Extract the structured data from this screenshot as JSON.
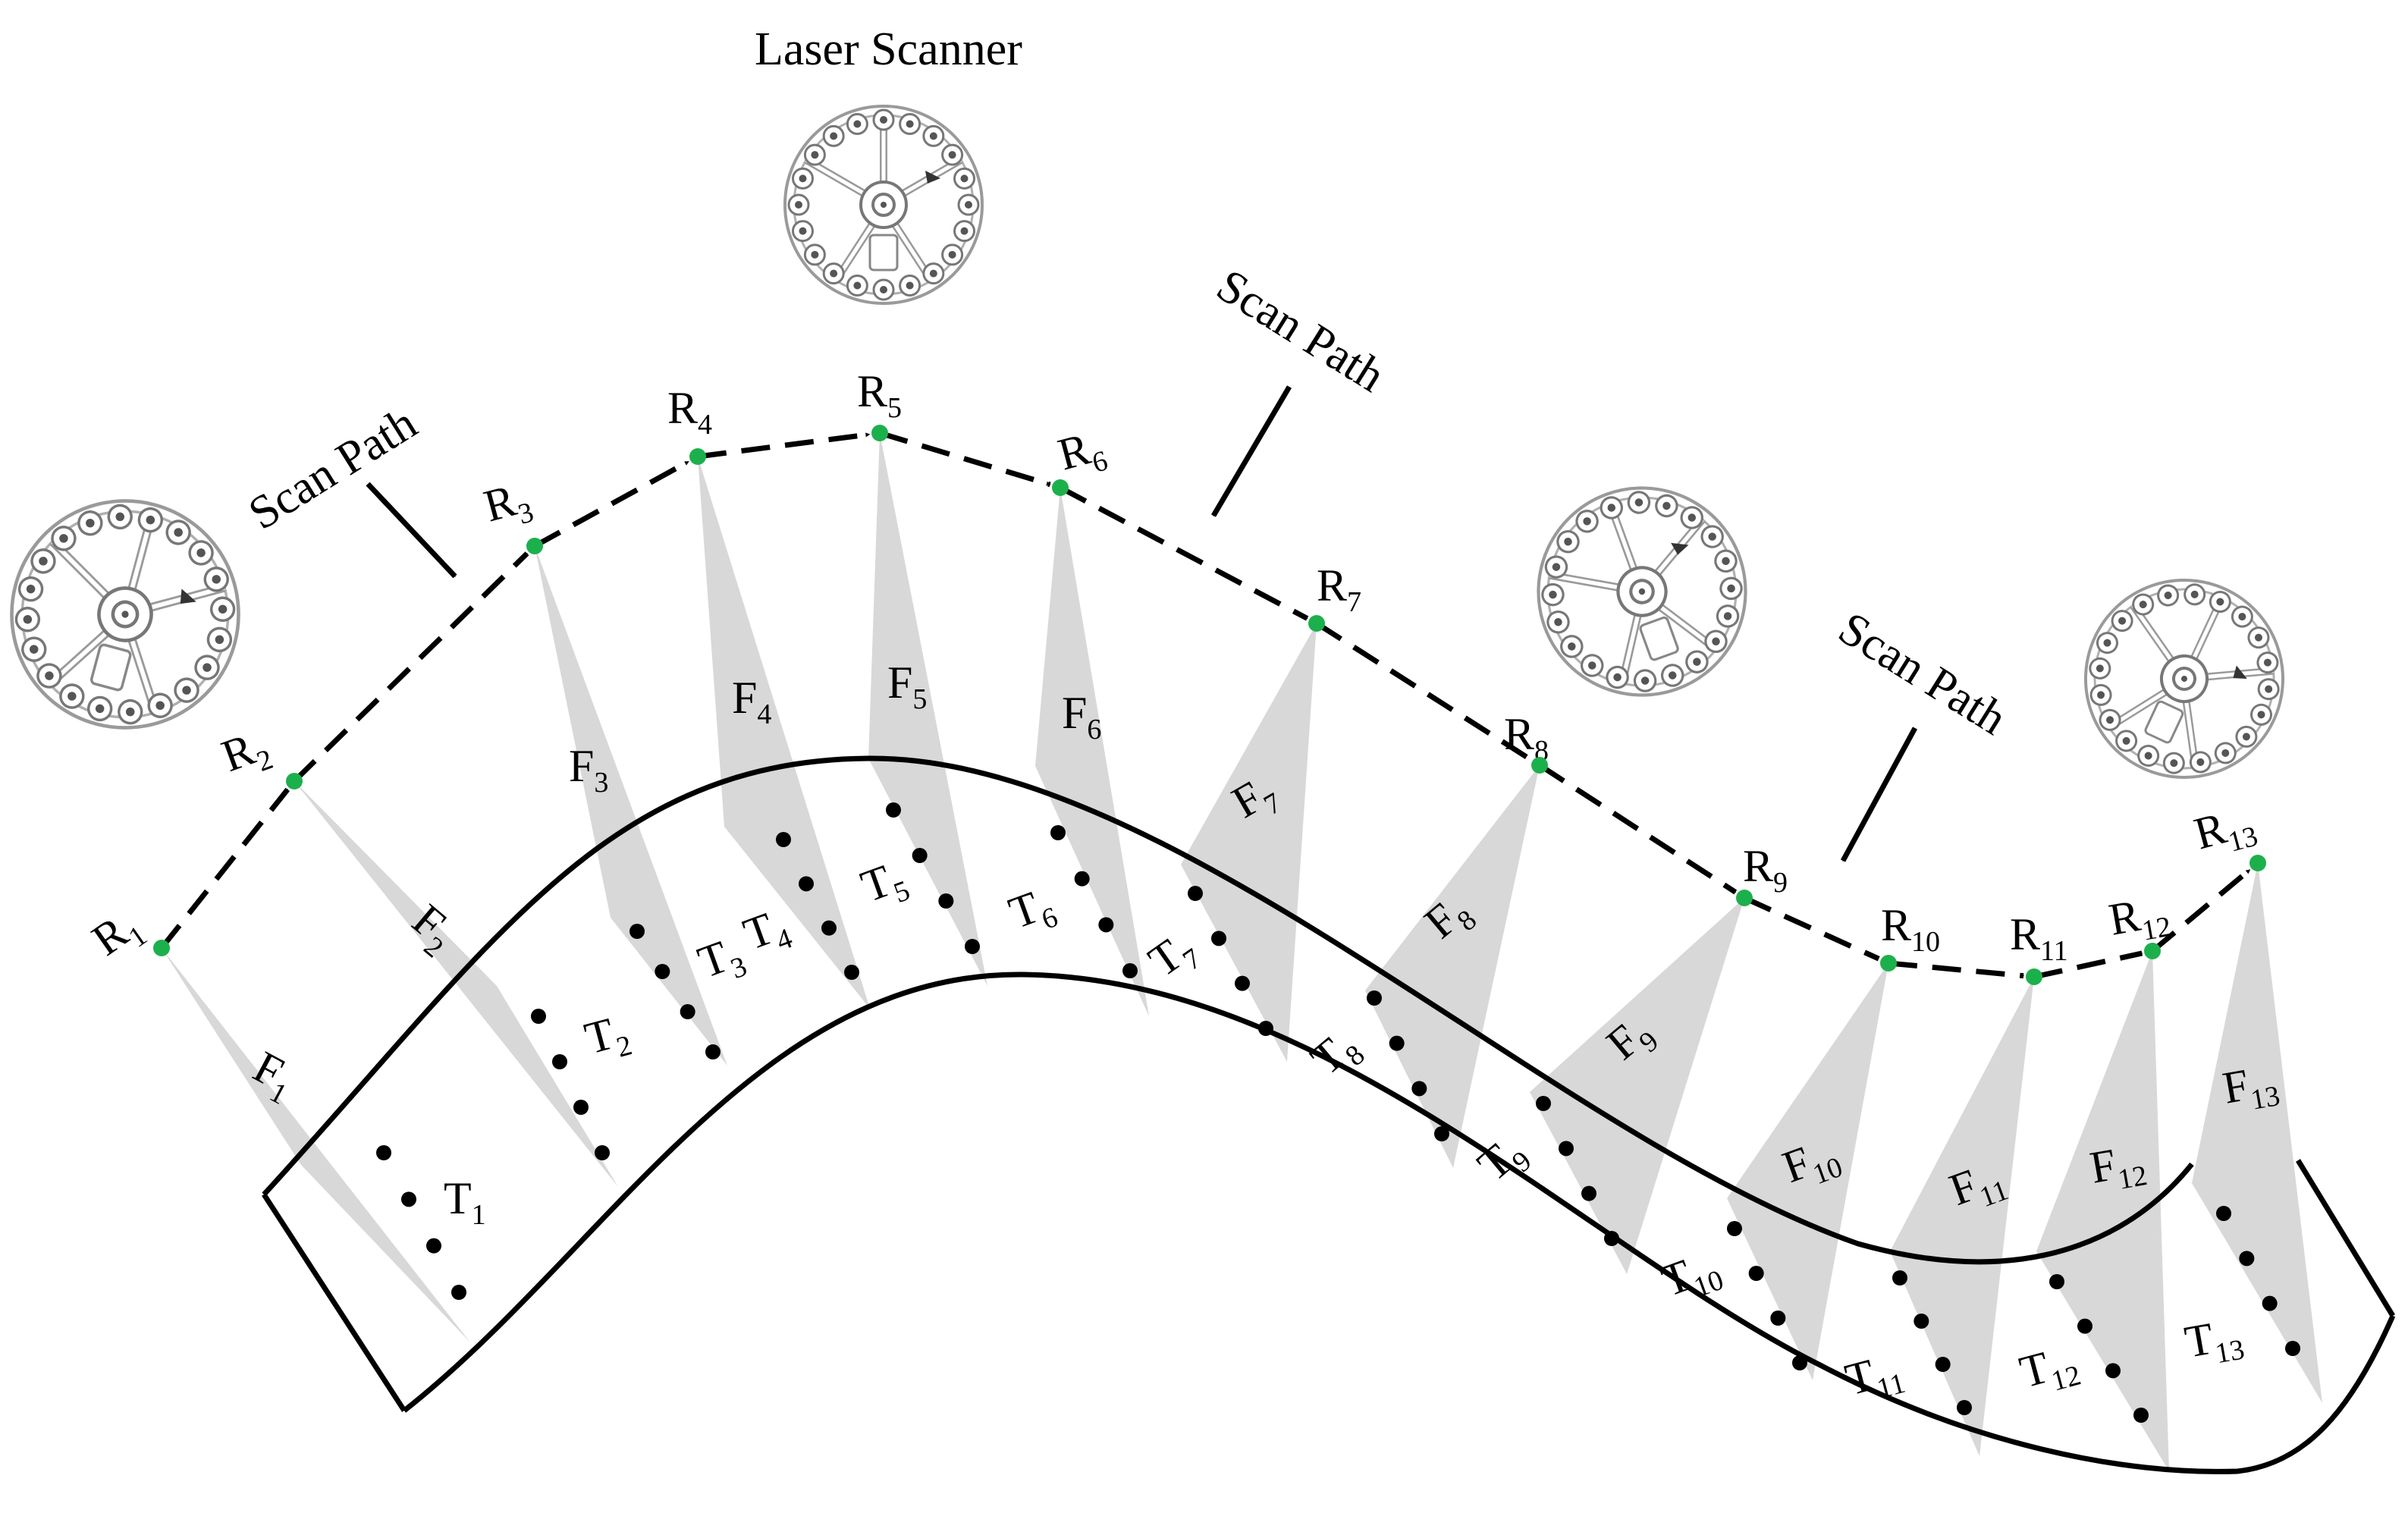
{
  "title": "Laser Scanner",
  "arrow_labels": [
    "Scan Path",
    "Scan Path",
    "Scan Path"
  ],
  "colors": {
    "fan": "#d8d8d8",
    "position_dot": "#1cb04c",
    "line": "#000000",
    "scanner_stroke": "#9a9a9a"
  },
  "positions": [
    {
      "letter": "R",
      "index": "1"
    },
    {
      "letter": "R",
      "index": "2"
    },
    {
      "letter": "R",
      "index": "3"
    },
    {
      "letter": "R",
      "index": "4"
    },
    {
      "letter": "R",
      "index": "5"
    },
    {
      "letter": "R",
      "index": "6"
    },
    {
      "letter": "R",
      "index": "7"
    },
    {
      "letter": "R",
      "index": "8"
    },
    {
      "letter": "R",
      "index": "9"
    },
    {
      "letter": "R",
      "index": "10"
    },
    {
      "letter": "R",
      "index": "11"
    },
    {
      "letter": "R",
      "index": "12"
    },
    {
      "letter": "R",
      "index": "13"
    }
  ],
  "fields": [
    {
      "letter": "F",
      "index": "1"
    },
    {
      "letter": "F",
      "index": "2"
    },
    {
      "letter": "F",
      "index": "3"
    },
    {
      "letter": "F",
      "index": "4"
    },
    {
      "letter": "F",
      "index": "5"
    },
    {
      "letter": "F",
      "index": "6"
    },
    {
      "letter": "F",
      "index": "7"
    },
    {
      "letter": "F",
      "index": "8"
    },
    {
      "letter": "F",
      "index": "9"
    },
    {
      "letter": "F",
      "index": "10"
    },
    {
      "letter": "F",
      "index": "11"
    },
    {
      "letter": "F",
      "index": "12"
    },
    {
      "letter": "F",
      "index": "13"
    }
  ],
  "targets": [
    {
      "letter": "T",
      "index": "1"
    },
    {
      "letter": "T",
      "index": "2"
    },
    {
      "letter": "T",
      "index": "3"
    },
    {
      "letter": "T",
      "index": "4"
    },
    {
      "letter": "T",
      "index": "5"
    },
    {
      "letter": "T",
      "index": "6"
    },
    {
      "letter": "T",
      "index": "7"
    },
    {
      "letter": "T",
      "index": "8"
    },
    {
      "letter": "T",
      "index": "9"
    },
    {
      "letter": "T",
      "index": "10"
    },
    {
      "letter": "T",
      "index": "11"
    },
    {
      "letter": "T",
      "index": "12"
    },
    {
      "letter": "T",
      "index": "13"
    }
  ]
}
